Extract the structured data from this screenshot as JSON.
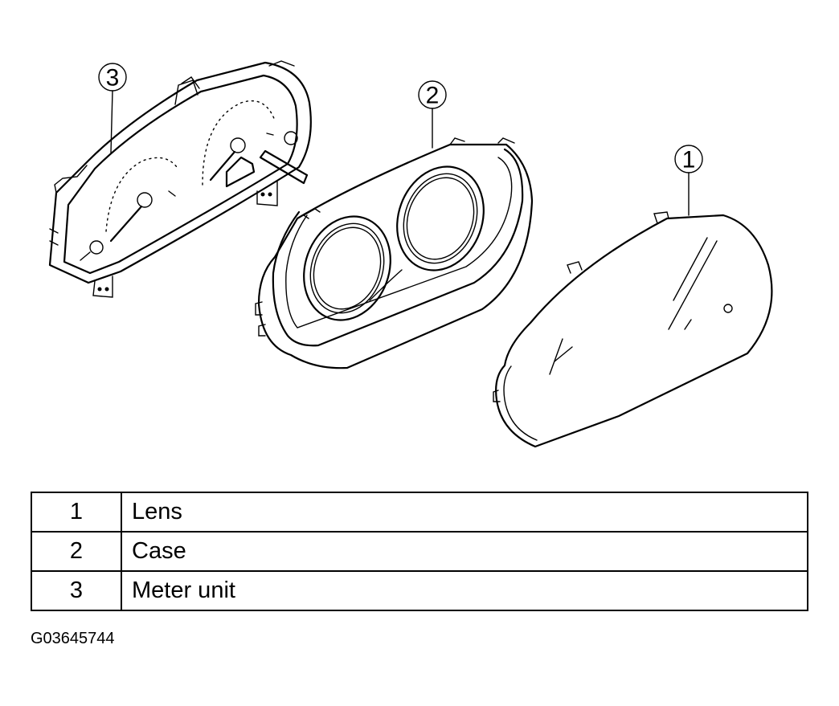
{
  "callouts": [
    {
      "number": "1"
    },
    {
      "number": "2"
    },
    {
      "number": "3"
    }
  ],
  "legend": {
    "rows": [
      {
        "number": "1",
        "name": "Lens"
      },
      {
        "number": "2",
        "name": "Case"
      },
      {
        "number": "3",
        "name": "Meter unit"
      }
    ]
  },
  "figure_id": "G03645744"
}
